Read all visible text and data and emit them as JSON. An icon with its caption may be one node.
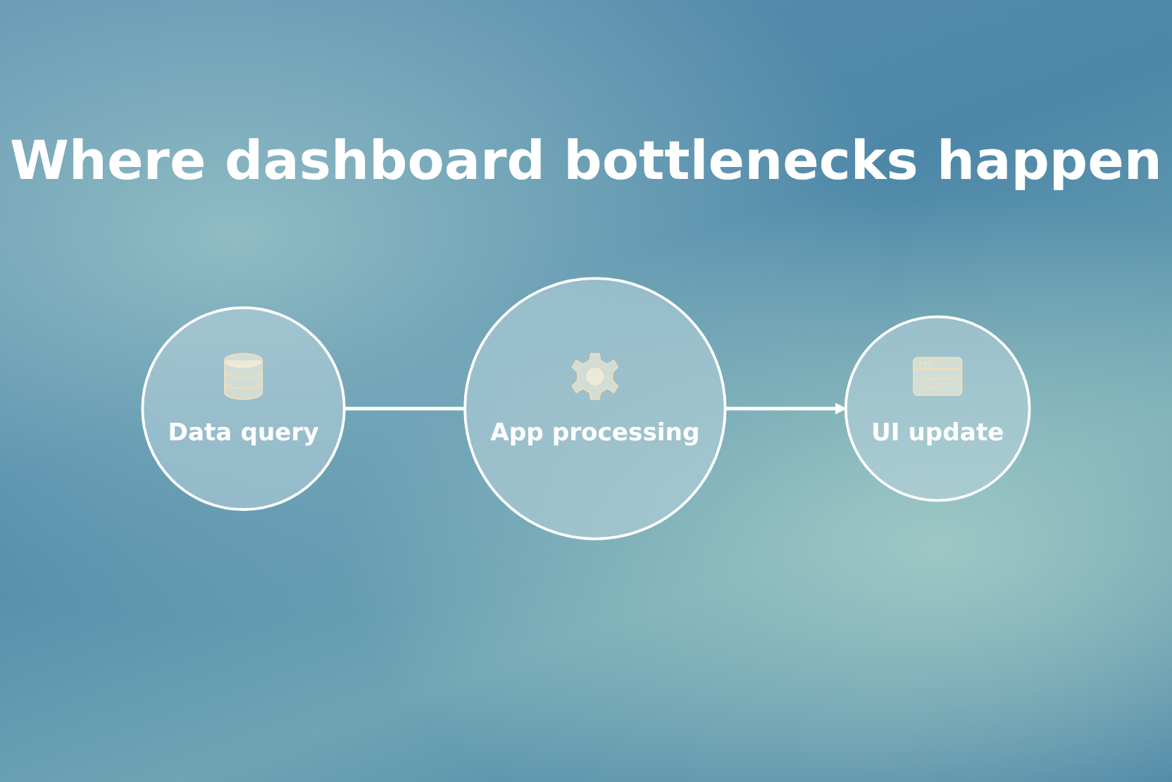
{
  "diagram": {
    "title": "Where dashboard bottlenecks happen",
    "nodes": [
      {
        "text": [
          "Data query"
        ]
      },
      {
        "text": [
          "App processing"
        ]
      },
      {
        "text": [
          "UI update"
        ]
      }
    ],
    "edges": [
      {
        "from": 0,
        "to": 1,
        "arrow": "none"
      },
      {
        "from": 1,
        "to": 2,
        "arrow": "to"
      }
    ]
  }
}
